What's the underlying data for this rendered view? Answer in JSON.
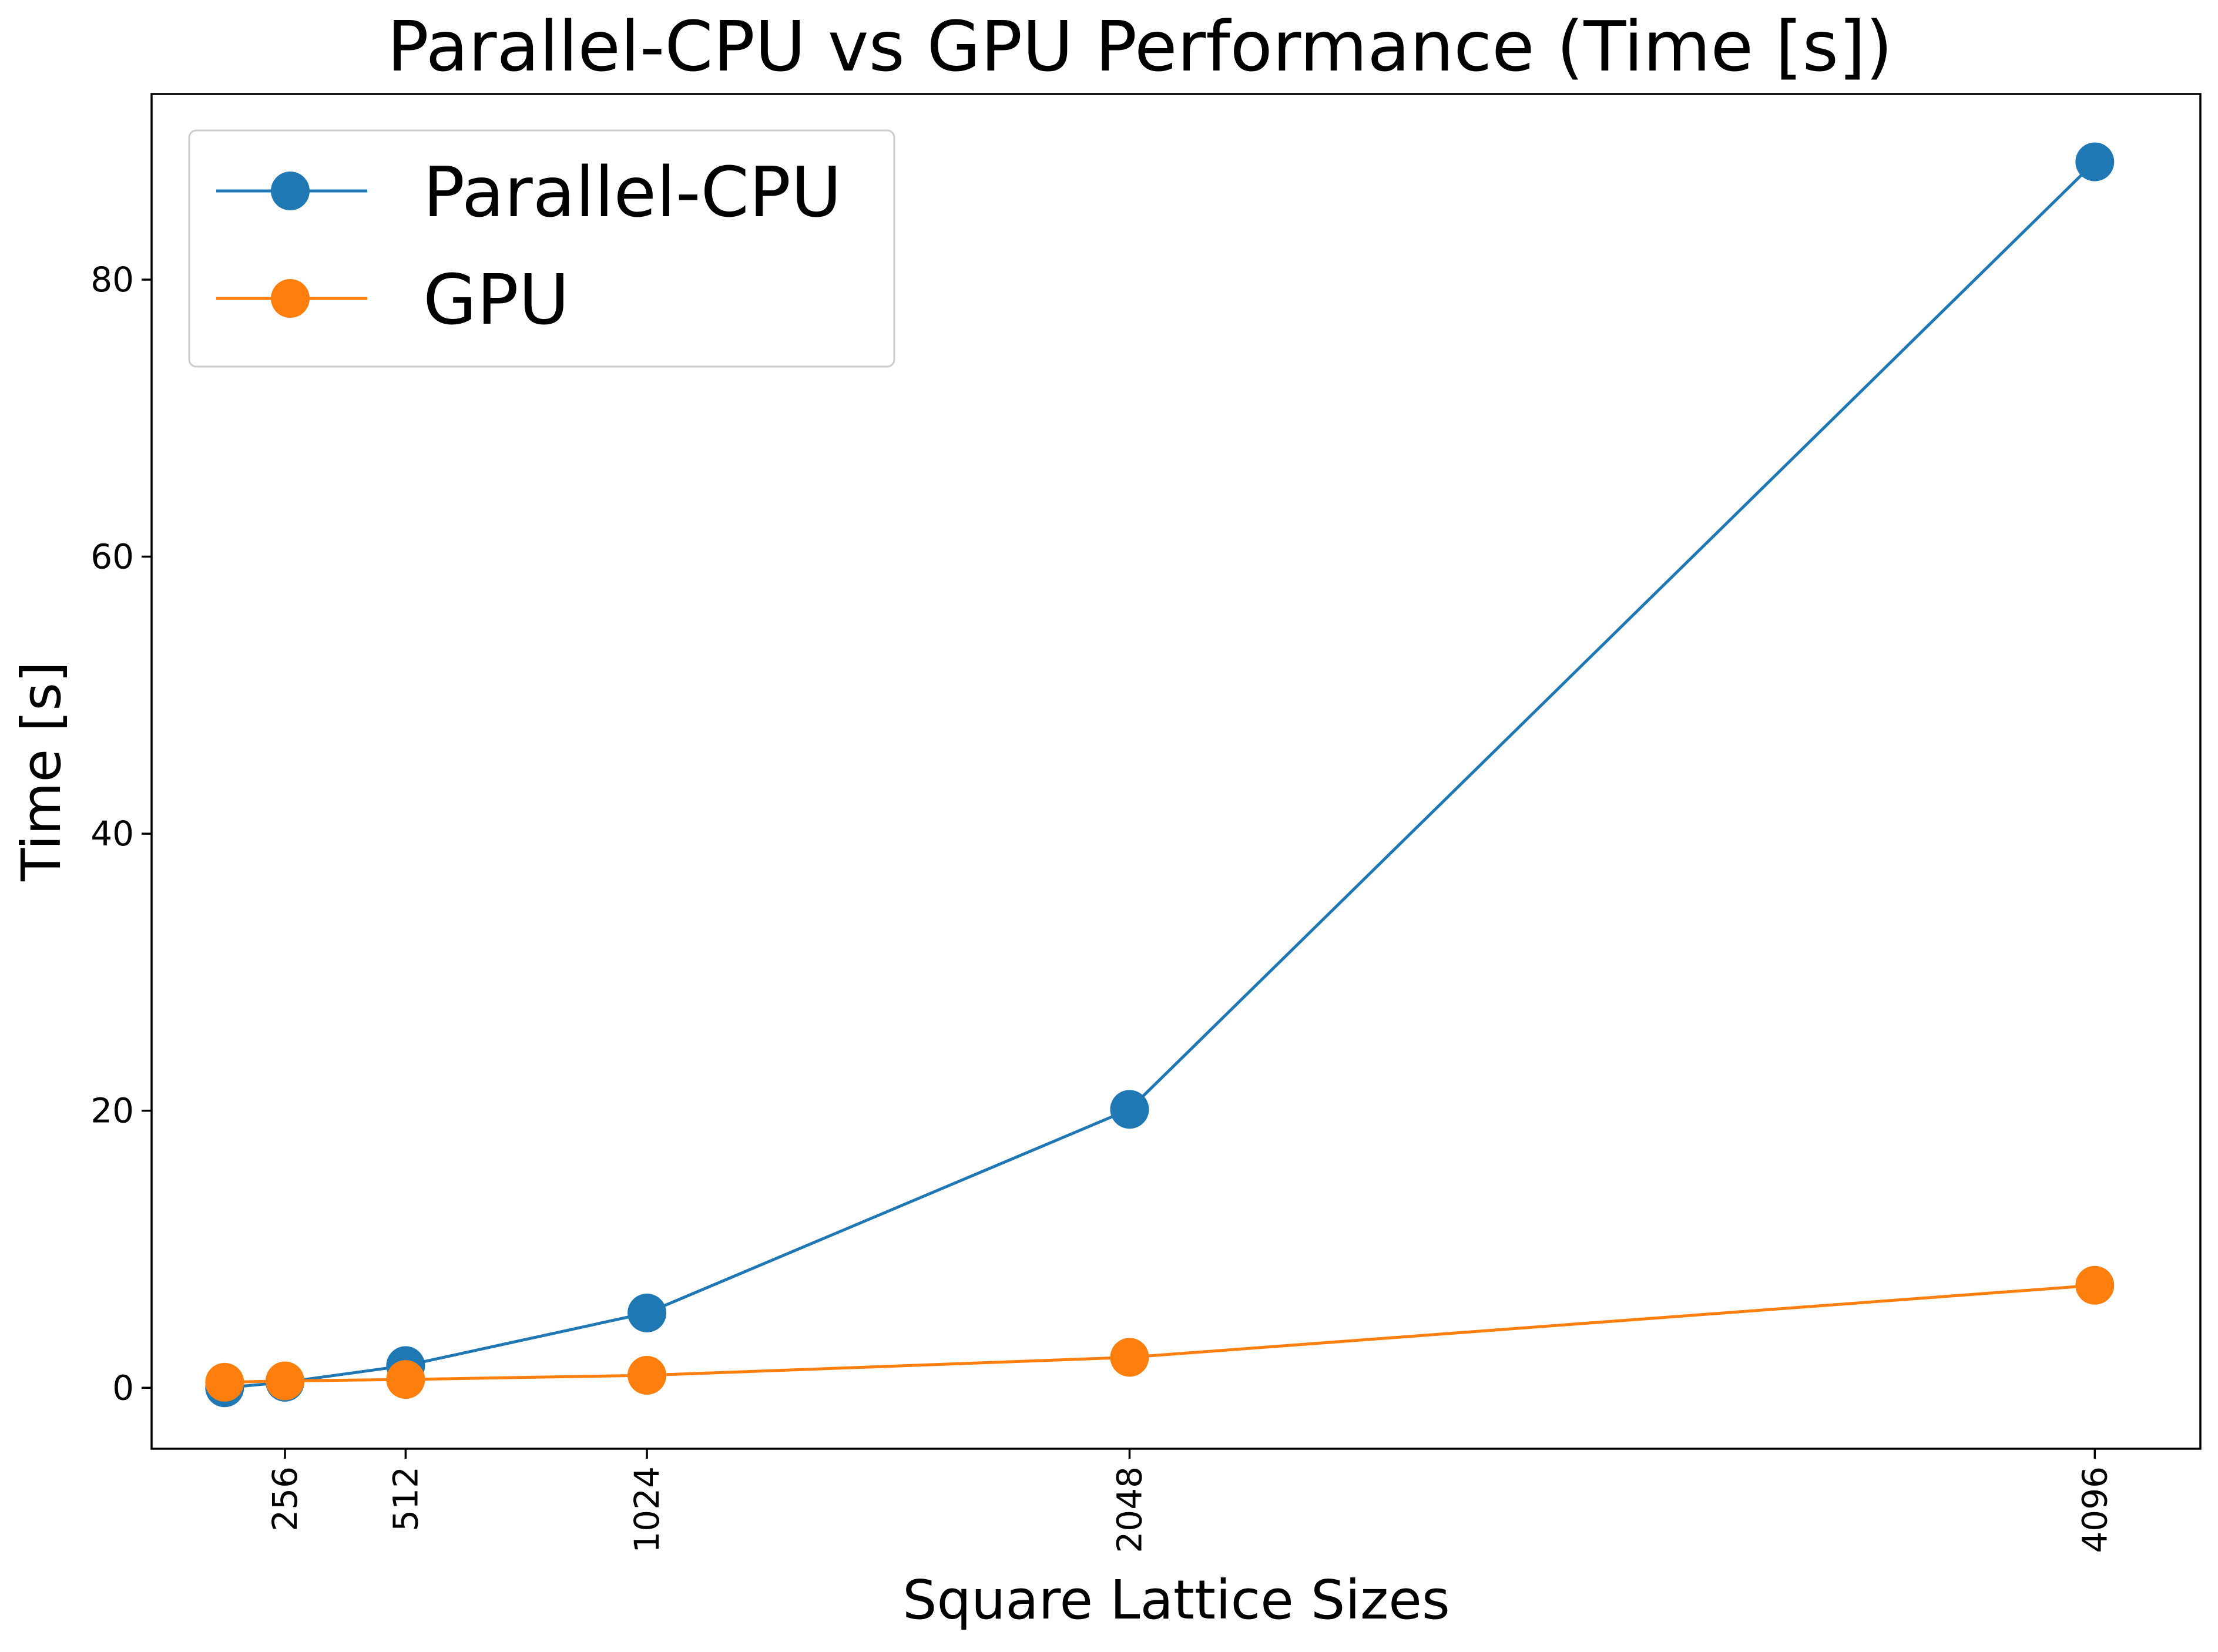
{
  "chart_data": {
    "type": "line",
    "title": "Parallel-CPU vs GPU Performance (Time [s])",
    "xlabel": "Square Lattice Sizes",
    "ylabel": "Time [s]",
    "xlim": [
      -27,
      4320
    ],
    "ylim": [
      -4.4,
      93.4
    ],
    "x_ticks": [
      256,
      512,
      1024,
      2048,
      4096
    ],
    "x_tick_labels": [
      "256",
      "512",
      "1024",
      "2048",
      "4096"
    ],
    "y_ticks": [
      0,
      20,
      40,
      60,
      80
    ],
    "y_tick_labels": [
      "0",
      "20",
      "40",
      "60",
      "80"
    ],
    "grid": false,
    "legend_position": "top-left",
    "x": [
      128,
      256,
      512,
      1024,
      2048,
      4096
    ],
    "series": [
      {
        "name": "Parallel-CPU",
        "color": "#1f77b4",
        "values": [
          0.0,
          0.4,
          1.6,
          5.4,
          20.1,
          88.5
        ]
      },
      {
        "name": "GPU",
        "color": "#ff7f0e",
        "values": [
          0.4,
          0.5,
          0.6,
          0.9,
          2.2,
          7.4
        ]
      }
    ]
  }
}
